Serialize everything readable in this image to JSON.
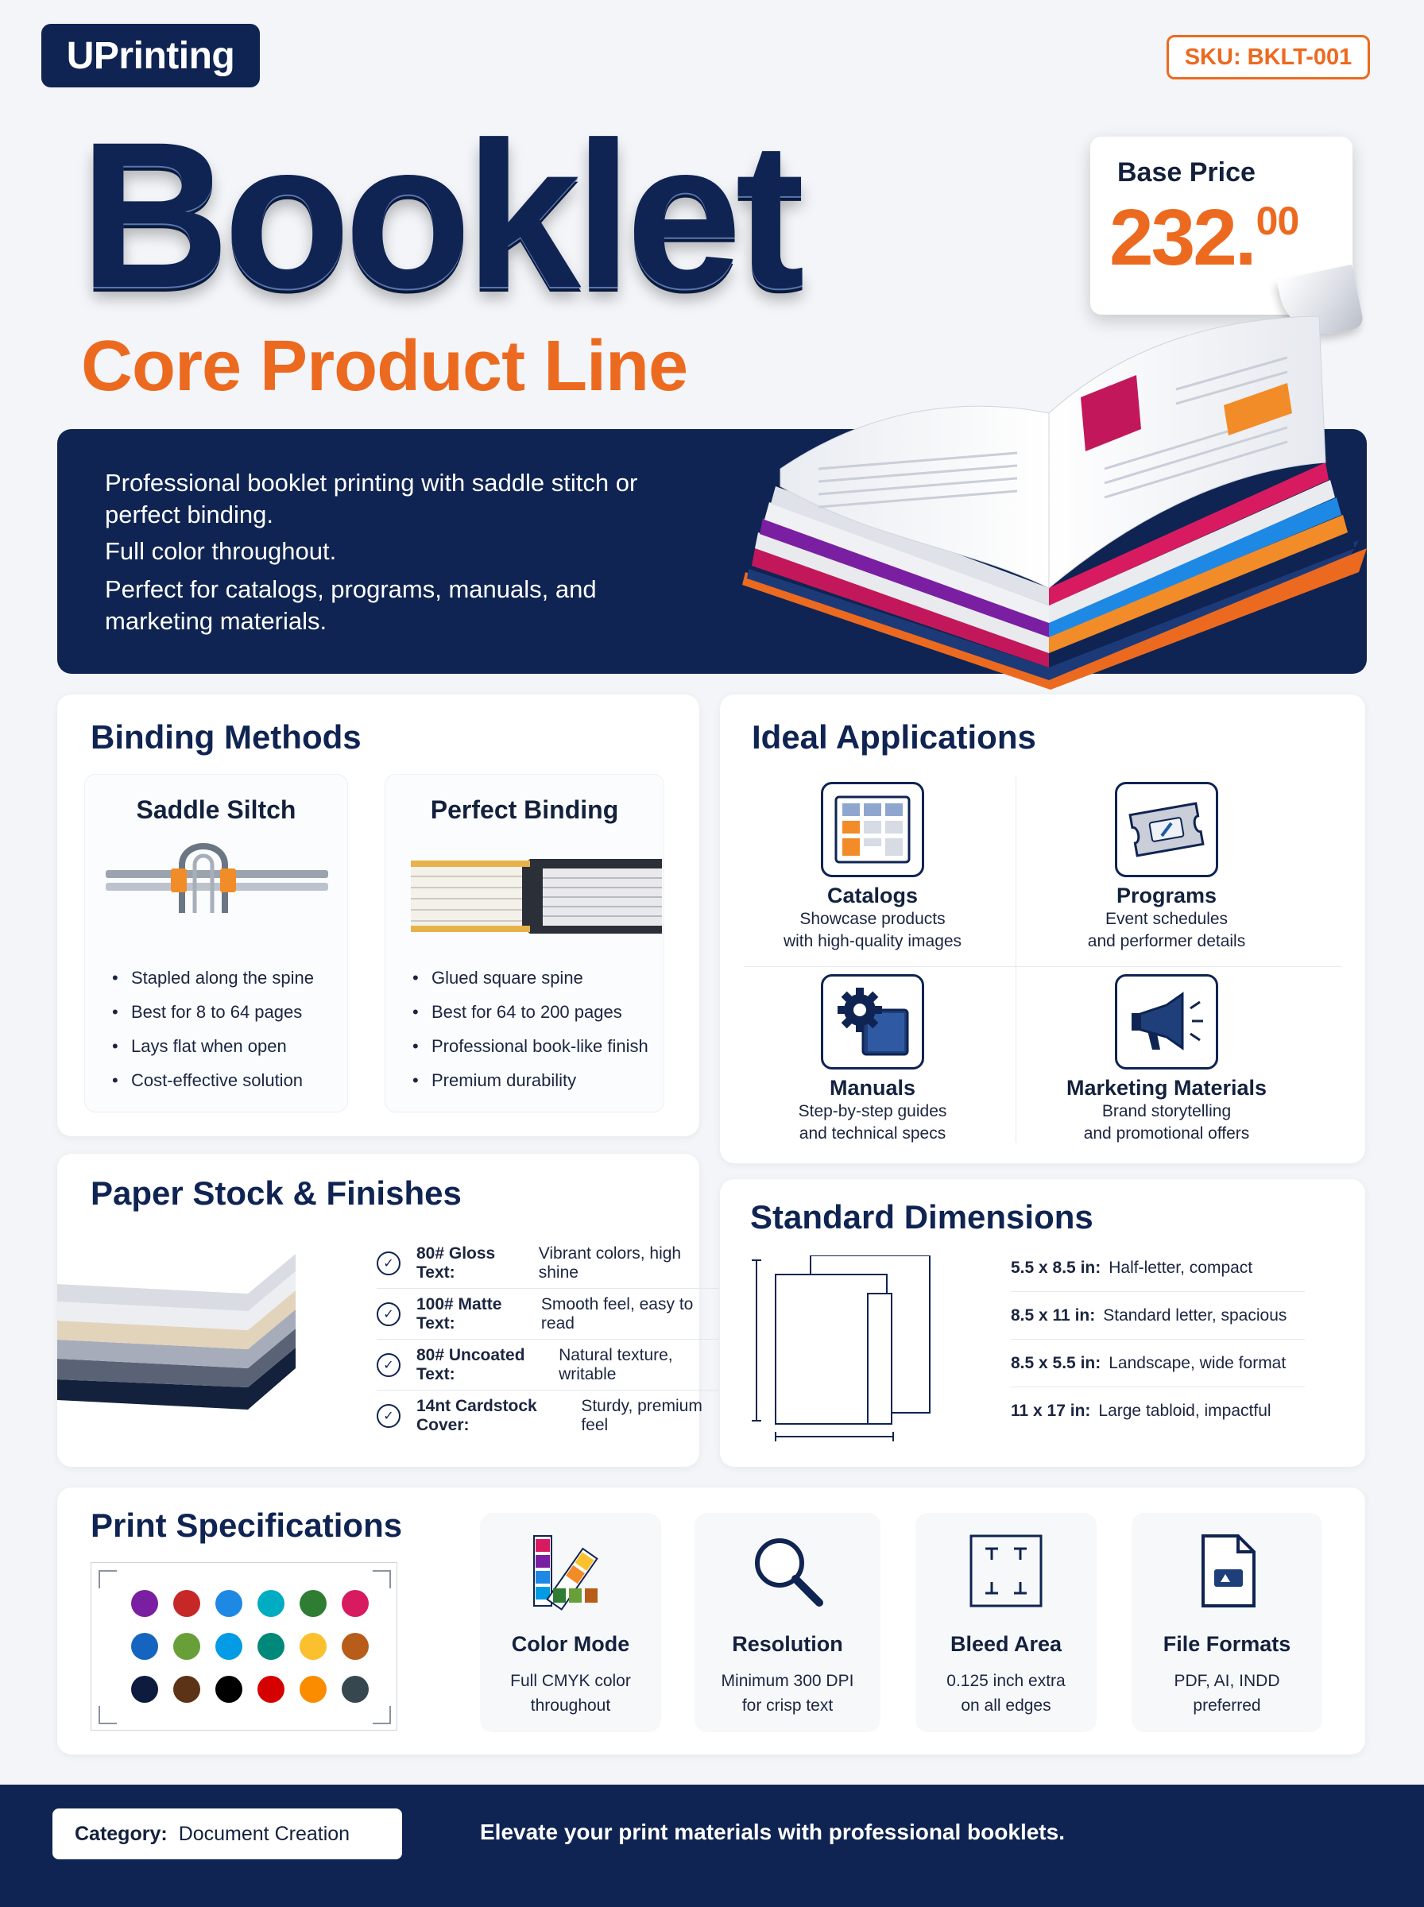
{
  "header": {
    "brand": "UPrinting",
    "sku": "SKU: BKLT-001"
  },
  "hero": {
    "title": "Booklet",
    "subtitle": "Core Product Line",
    "price_label": "Base Price",
    "price_main": "232.",
    "price_cents": "00"
  },
  "banner": {
    "lines": [
      "Professional booklet printing with saddle stitch or perfect binding.",
      "Full color throughout.",
      "Perfect for catalogs, programs, manuals, and marketing materials."
    ]
  },
  "binding": {
    "title": "Binding Methods",
    "methods": [
      {
        "name": "Saddle Siltch",
        "points": [
          "Stapled along the spine",
          "Best for 8 to 64 pages",
          "Lays flat when open",
          "Cost-effective solution"
        ]
      },
      {
        "name": "Perfect Binding",
        "points": [
          "Glued square spine",
          "Best for 64 to 200 pages",
          "Professional book-like finish",
          "Premium durability"
        ]
      }
    ]
  },
  "applications": {
    "title": "Ideal Applications",
    "items": [
      {
        "name": "Catalogs",
        "desc1": "Showcase products",
        "desc2": "with high-quality images",
        "icon": "catalog-grid-icon"
      },
      {
        "name": "Programs",
        "desc1": "Event schedules",
        "desc2": "and performer details",
        "icon": "ticket-icon"
      },
      {
        "name": "Manuals",
        "desc1": "Step-by-step guides",
        "desc2": "and technical specs",
        "icon": "gear-book-icon"
      },
      {
        "name": "Marketing Materials",
        "desc1": "Brand storytelling",
        "desc2": "and promotional offers",
        "icon": "megaphone-icon"
      }
    ]
  },
  "paper": {
    "title": "Paper Stock & Finishes",
    "stocks": [
      {
        "name": "80# Gloss Text:",
        "desc": "Vibrant colors, high shine"
      },
      {
        "name": "100# Matte Text:",
        "desc": "Smooth feel, easy to read"
      },
      {
        "name": "80# Uncoated Text:",
        "desc": "Natural texture, writable"
      },
      {
        "name": "14nt Cardstock Cover:",
        "desc": "Sturdy, premium feel"
      }
    ]
  },
  "dimensions": {
    "title": "Standard Dimensions",
    "sizes": [
      {
        "size": "5.5 x 8.5 in:",
        "desc": "Half-letter, compact"
      },
      {
        "size": "8.5 x 11 in:",
        "desc": "Standard letter, spacious"
      },
      {
        "size": "8.5 x 5.5 in:",
        "desc": "Landscape, wide format"
      },
      {
        "size": "11 x 17 in:",
        "desc": "Large tabloid, impactful"
      }
    ]
  },
  "specs": {
    "title": "Print Specifications",
    "swatch_colors": [
      "#7b1fa2",
      "#c62828",
      "#1e88e5",
      "#00acc1",
      "#2e7d32",
      "#d81b60",
      "#1565c0",
      "#689f38",
      "#039be5",
      "#00897b",
      "#fbc02d",
      "#b85c1a",
      "#0d1b3e",
      "#5d3317",
      "#000000",
      "#d50000",
      "#fb8c00",
      "#37474f"
    ],
    "items": [
      {
        "name": "Color Mode",
        "desc1": "Full CMYK color",
        "desc2": "throughout",
        "icon": "palette-icon"
      },
      {
        "name": "Resolution",
        "desc1": "Minimum 300 DPI",
        "desc2": "for crisp text",
        "icon": "magnifier-icon"
      },
      {
        "name": "Bleed Area",
        "desc1": "0.125 inch extra",
        "desc2": "on all edges",
        "icon": "bleed-marks-icon"
      },
      {
        "name": "File Formats",
        "desc1": "PDF, AI, INDD",
        "desc2": "preferred",
        "icon": "file-icon"
      }
    ]
  },
  "footer": {
    "category_label": "Category:",
    "category_value": "Document Creation",
    "tagline": "Elevate your print materials with professional booklets."
  },
  "colors": {
    "navy": "#0f2452",
    "orange": "#ec6a1f",
    "background": "#f3f5f9"
  }
}
